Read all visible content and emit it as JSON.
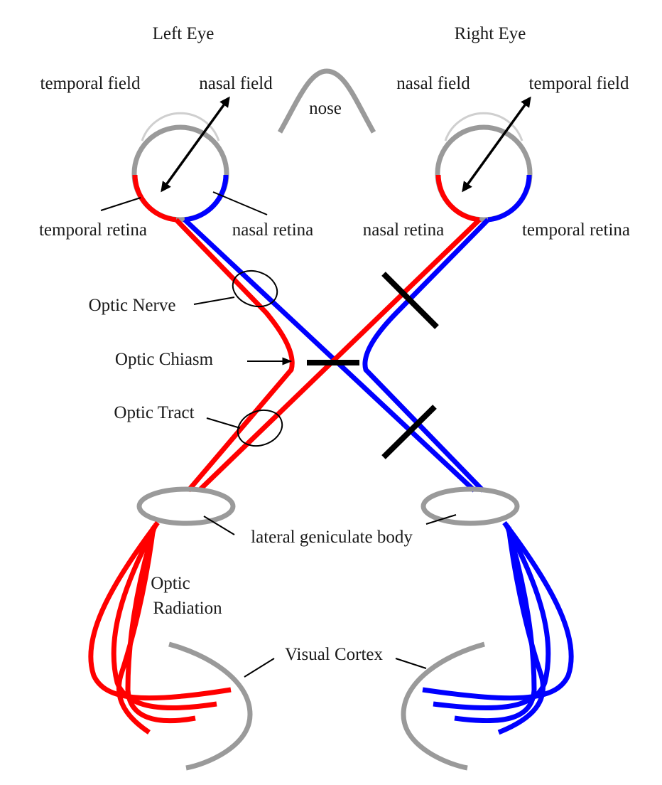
{
  "labels": {
    "left_eye": "Left Eye",
    "right_eye": "Right Eye",
    "left_temporal_field": "temporal field",
    "left_nasal_field": "nasal field",
    "nose": "nose",
    "right_nasal_field": "nasal field",
    "right_temporal_field": "temporal field",
    "left_temporal_retina": "temporal retina",
    "left_nasal_retina": "nasal retina",
    "right_nasal_retina": "nasal retina",
    "right_temporal_retina": "temporal retina",
    "optic_nerve": "Optic Nerve",
    "optic_chiasm": "Optic Chiasm",
    "optic_tract": "Optic Tract",
    "lgb": "lateral geniculate body",
    "optic_radiation_1": "Optic",
    "optic_radiation_2": "Radiation",
    "visual_cortex": "Visual Cortex"
  },
  "colors": {
    "temporal_pathway": "#ff0000",
    "nasal_pathway": "#0000ff",
    "structure": "#9a9a9a",
    "text": "#1a1a1a"
  }
}
